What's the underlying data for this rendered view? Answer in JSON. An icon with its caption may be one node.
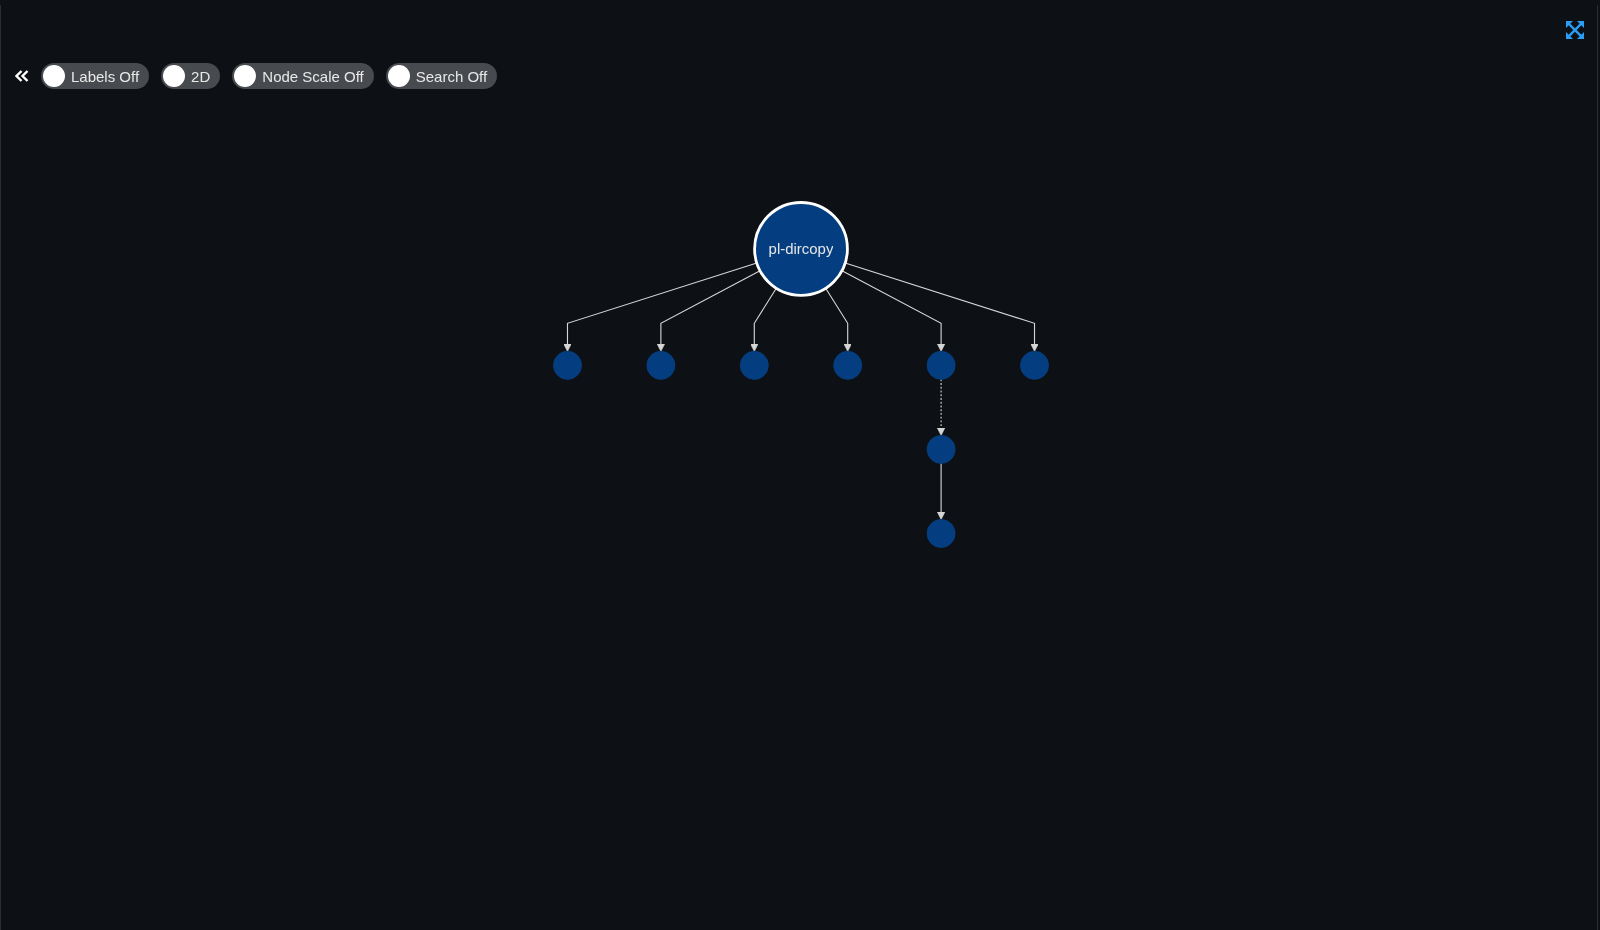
{
  "diagram": {
    "nodes": [
      {
        "text": [
          "pl-dircopy"
        ]
      },
      {
        "text": [],
        "shape": "circle"
      },
      {
        "text": [],
        "shape": "circle"
      },
      {
        "text": [],
        "shape": "circle"
      },
      {
        "text": [],
        "shape": "circle"
      },
      {
        "text": [],
        "shape": "circle"
      },
      {
        "text": [],
        "shape": "circle"
      },
      {
        "text": [],
        "shape": "circle"
      },
      {
        "text": [],
        "shape": "circle"
      }
    ],
    "edges": [
      {
        "from": 0,
        "to": 1,
        "arrow": "to"
      },
      {
        "from": 0,
        "to": 2,
        "arrow": "to"
      },
      {
        "from": 0,
        "to": 3,
        "arrow": "to"
      },
      {
        "from": 0,
        "to": 4,
        "arrow": "to"
      },
      {
        "from": 0,
        "to": 5,
        "arrow": "to"
      },
      {
        "from": 0,
        "to": 6,
        "arrow": "to"
      },
      {
        "from": 5,
        "to": 7,
        "arrow": "to",
        "style": "dashed"
      },
      {
        "from": 7,
        "to": 8,
        "arrow": "to"
      }
    ],
    "labels": [
      "Labels Off",
      "2D",
      "Node Scale Off",
      "Search Off"
    ]
  }
}
